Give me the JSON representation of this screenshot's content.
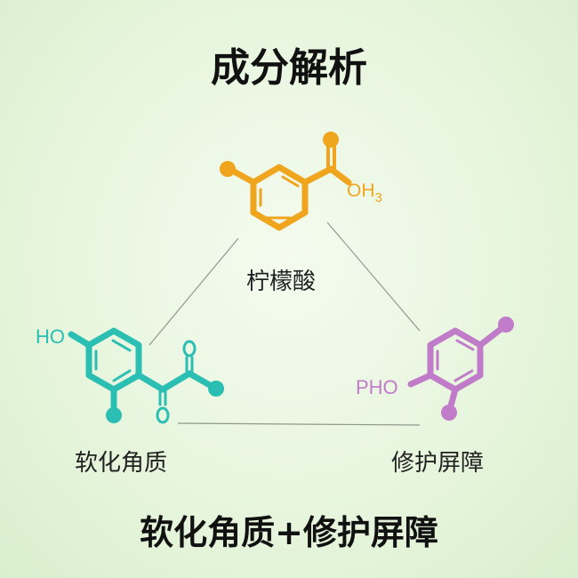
{
  "title": "成分解析",
  "ingredients": [
    {
      "name": "柠檬酸",
      "formula_label": "OH",
      "formula_sub": "3",
      "color": "#F0A51E"
    },
    {
      "name": "软化角质",
      "formula_label": "HO",
      "color": "#2BBFB3"
    },
    {
      "name": "修护屏障",
      "formula_label": "PHO",
      "color": "#C07CC8"
    }
  ],
  "tagline": "软化角质+修护屏障"
}
